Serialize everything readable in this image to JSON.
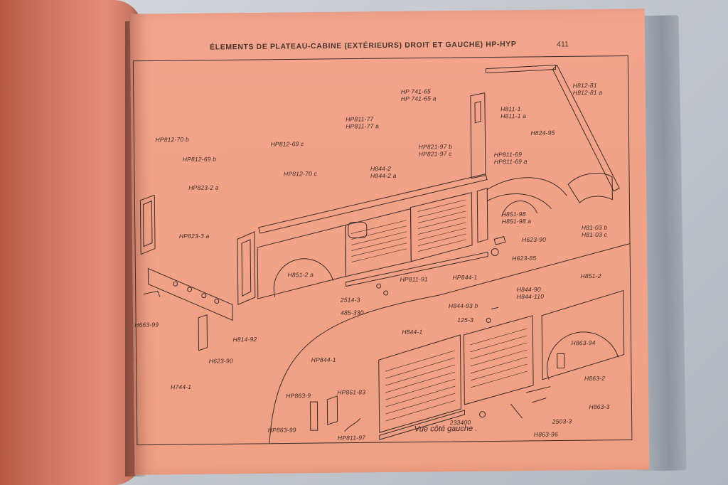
{
  "header": {
    "title": "ÉLEMENTS DE PLATEAU-CABINE (EXTÉRIEURS) DROIT ET GAUCHE) HP-HYP",
    "page_number": "411"
  },
  "labels": {
    "hp812_70b": "HP812-70 b",
    "hp812_69b": "HP812-69 b",
    "hp823_2a": "HP823-2 a",
    "hp823_3a": "HP823-3 a",
    "h663_99": "H663-99",
    "h744_1": "H744-1",
    "h623_90_left": "H623-90",
    "h814_92": "H814-92",
    "hp812_69c": "HP812-69 c",
    "hp812_70c": "HP812-70 c",
    "hp811_77": "HP811-77",
    "hp811_77a": "HP811-77 a",
    "h844_2": "H844-2",
    "h844_2a": "H844-2 a",
    "h851_2a": "H851-2 a",
    "n2514_3": "2514-3",
    "n485_330": "485-330",
    "hp811_91": "HP811-91",
    "hp844_1_top": "HP844-1",
    "hp821_97b": "HP821-97 b",
    "hp821_97c": "HP821-97 c",
    "hp741_65": "HP 741-65",
    "hp741_65a": "HP 741-65 a",
    "h811_1": "H811-1",
    "h811_1a": "H811-1 a",
    "h812_81": "H812-81",
    "h812_81a": "H812-81 a",
    "h824_95": "H824-95",
    "hp811_69": "HP811-69",
    "hp811_69a": "HP811-69 a",
    "h851_98": "H851-98",
    "h851_98a": "H851-98 a",
    "h81_03b": "H81-03 b",
    "h81_03c": "H81-03 c",
    "h623_90_right": "H623-90",
    "h623_85": "H623-85",
    "h844_90": "H844-90",
    "h844_110": "H844-110",
    "h844_93b": "H844-93 b",
    "n125_3": "125-3",
    "h844_1": "H844-1",
    "h851_2": "H851-2",
    "hp844_1": "HP844-1",
    "h863_94": "H863-94",
    "h863_2": "H863-2",
    "h863_3": "H863-3",
    "n2503_3": "2503-3",
    "h863_96": "H863-96",
    "n233400": "233400",
    "hp863_9": "HP863-9",
    "hp861_83": "HP861-83",
    "hp863_99": "HP863-99",
    "hp811_97": "HP811-97"
  },
  "caption": "Vue côté gauche ."
}
